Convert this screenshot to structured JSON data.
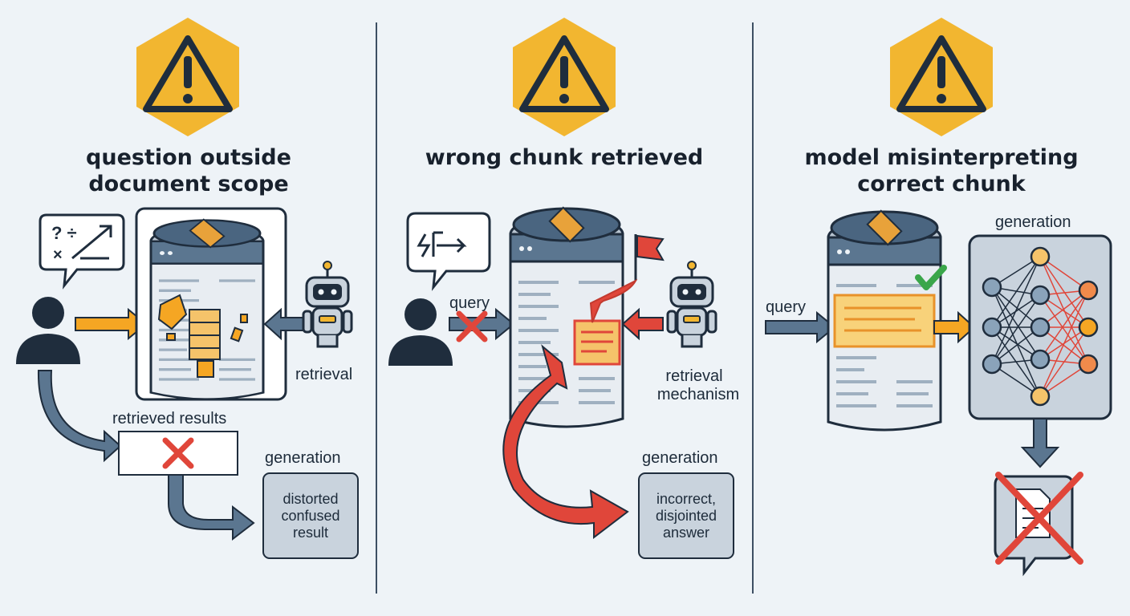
{
  "colors": {
    "background": "#eef3f7",
    "warning_yellow": "#f2b630",
    "dark_navy": "#1f2d3d",
    "steel_blue": "#5b7690",
    "error_red": "#e0463a",
    "highlight_orange": "#f5a623",
    "success_green": "#3aa64a"
  },
  "panels": [
    {
      "title_lines": [
        "question outside",
        "document scope"
      ],
      "icons": [
        "warning-icon",
        "question-symbols-bubble-icon",
        "user-icon",
        "server-icon",
        "robot-icon",
        "red-x-icon"
      ],
      "labels": {
        "retrieval": "retrieval",
        "retrieved_results": "retrieved results",
        "generation": "generation"
      },
      "result_box_lines": [
        "distorted",
        "confused",
        "result"
      ]
    },
    {
      "title_lines": [
        "wrong chunk retrieved"
      ],
      "icons": [
        "warning-icon",
        "code-bubble-icon",
        "user-icon",
        "server-icon",
        "flag-icon",
        "robot-icon",
        "red-x-icon"
      ],
      "labels": {
        "query": "query",
        "retrieval_mechanism": [
          "retrieval",
          "mechanism"
        ],
        "generation": "generation"
      },
      "result_box_lines": [
        "incorrect,",
        "disjointed",
        "answer"
      ]
    },
    {
      "title_lines": [
        "model misinterpreting",
        "correct chunk"
      ],
      "icons": [
        "warning-icon",
        "server-icon",
        "checkmark-icon",
        "neural-network-icon",
        "crossed-document-icon"
      ],
      "labels": {
        "query": "query",
        "generation": "generation"
      }
    }
  ]
}
